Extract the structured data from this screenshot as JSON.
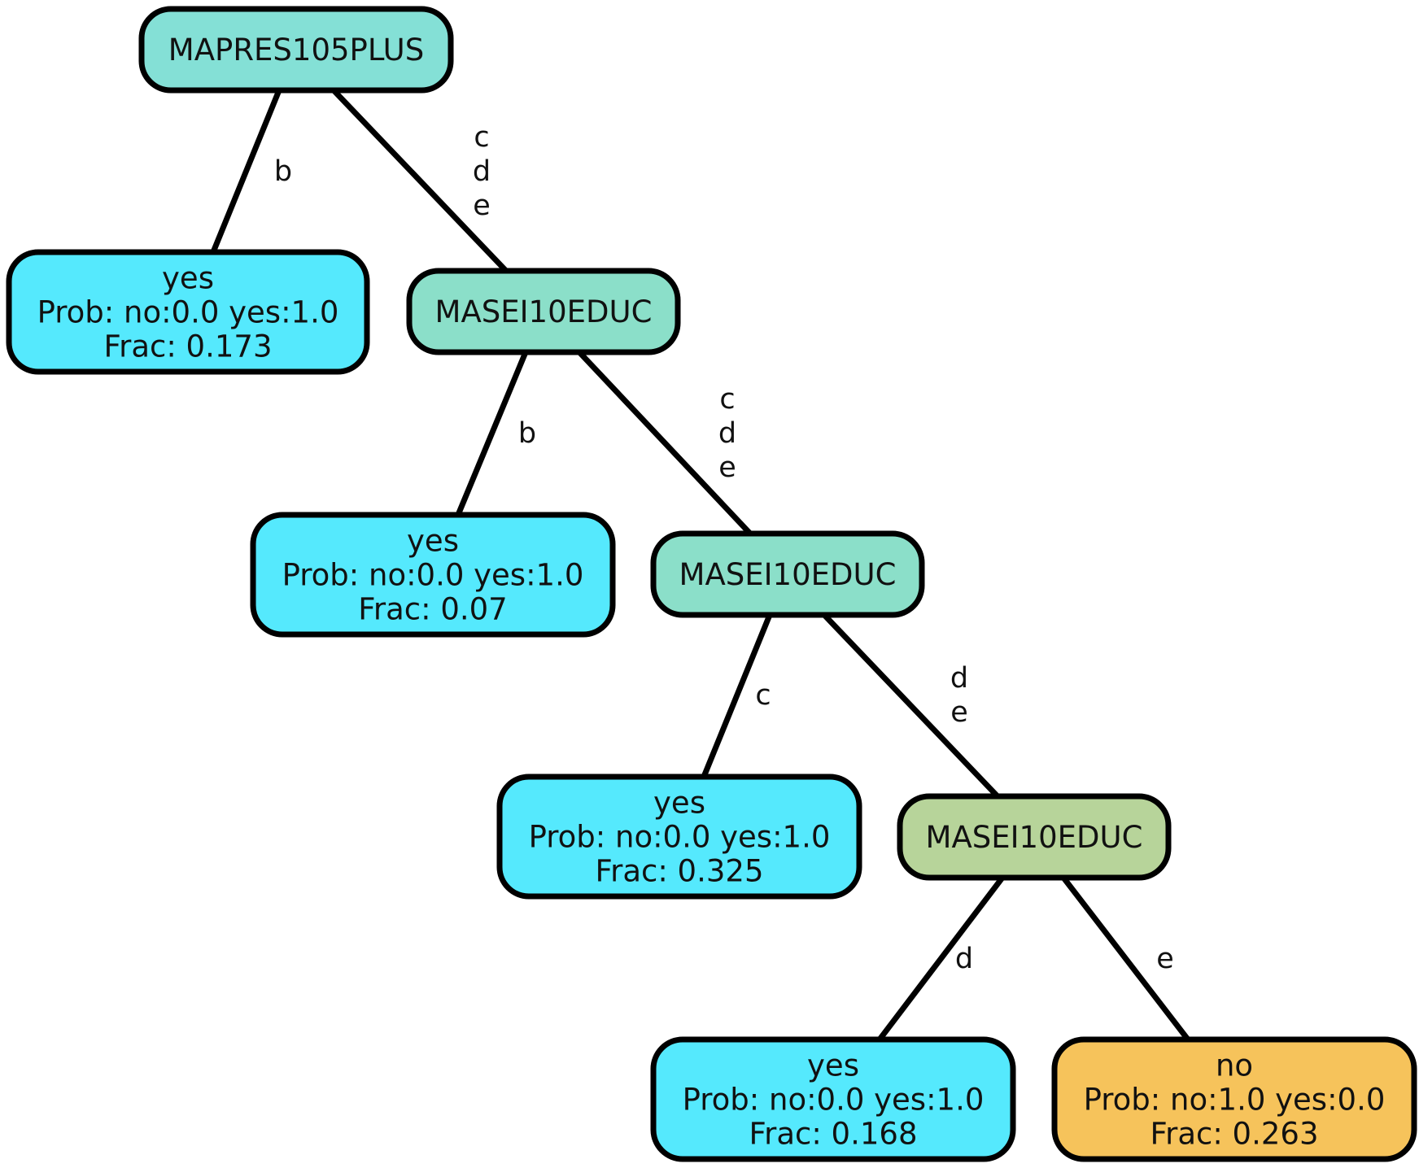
{
  "colors": {
    "split_root": "#84e0d6",
    "split_mid": "#8bdfc9",
    "split_low": "#b7d49a",
    "leaf_yes": "#55e9fd",
    "leaf_no": "#f6c35b",
    "outline": "#000000"
  },
  "nodes": [
    {
      "id": "n0",
      "kind": "split",
      "color_key": "split_root",
      "lines": [
        "MAPRES105PLUS"
      ]
    },
    {
      "id": "n1",
      "kind": "leaf",
      "color_key": "leaf_yes",
      "lines": [
        "yes",
        "Prob: no:0.0 yes:1.0",
        "Frac: 0.173"
      ]
    },
    {
      "id": "n2",
      "kind": "split",
      "color_key": "split_mid",
      "lines": [
        "MASEI10EDUC"
      ]
    },
    {
      "id": "n3",
      "kind": "leaf",
      "color_key": "leaf_yes",
      "lines": [
        "yes",
        "Prob: no:0.0 yes:1.0",
        "Frac: 0.07"
      ]
    },
    {
      "id": "n4",
      "kind": "split",
      "color_key": "split_mid",
      "lines": [
        "MASEI10EDUC"
      ]
    },
    {
      "id": "n5",
      "kind": "leaf",
      "color_key": "leaf_yes",
      "lines": [
        "yes",
        "Prob: no:0.0 yes:1.0",
        "Frac: 0.325"
      ]
    },
    {
      "id": "n6",
      "kind": "split",
      "color_key": "split_low",
      "lines": [
        "MASEI10EDUC"
      ]
    },
    {
      "id": "n7",
      "kind": "leaf",
      "color_key": "leaf_yes",
      "lines": [
        "yes",
        "Prob: no:0.0 yes:1.0",
        "Frac: 0.168"
      ]
    },
    {
      "id": "n8",
      "kind": "leaf",
      "color_key": "leaf_no",
      "lines": [
        "no",
        "Prob: no:1.0 yes:0.0",
        "Frac: 0.263"
      ]
    }
  ],
  "edges": [
    {
      "from": "n0",
      "to": "n1",
      "label": [
        "b"
      ]
    },
    {
      "from": "n0",
      "to": "n2",
      "label": [
        "c",
        "d",
        "e"
      ]
    },
    {
      "from": "n2",
      "to": "n3",
      "label": [
        "b"
      ]
    },
    {
      "from": "n2",
      "to": "n4",
      "label": [
        "c",
        "d",
        "e"
      ]
    },
    {
      "from": "n4",
      "to": "n5",
      "label": [
        "c"
      ]
    },
    {
      "from": "n4",
      "to": "n6",
      "label": [
        "d",
        "e"
      ]
    },
    {
      "from": "n6",
      "to": "n7",
      "label": [
        "d"
      ]
    },
    {
      "from": "n6",
      "to": "n8",
      "label": [
        "e"
      ]
    }
  ]
}
